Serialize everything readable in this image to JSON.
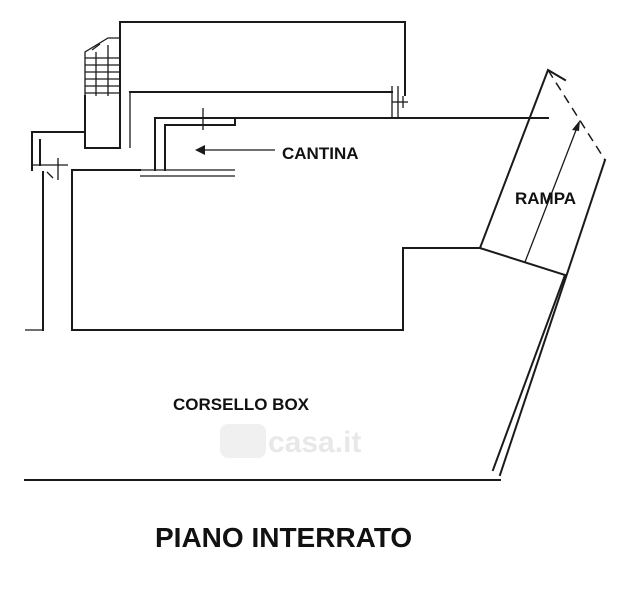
{
  "plan": {
    "labels": {
      "cantina": "CANTINA",
      "rampa": "RAMPA",
      "corsello": "CORSELLO BOX"
    },
    "title": "PIANO INTERRATO",
    "watermark": "casa.it",
    "colors": {
      "line": "#1a1a1a",
      "text": "#111111",
      "watermark": "#d6d6d6"
    }
  }
}
